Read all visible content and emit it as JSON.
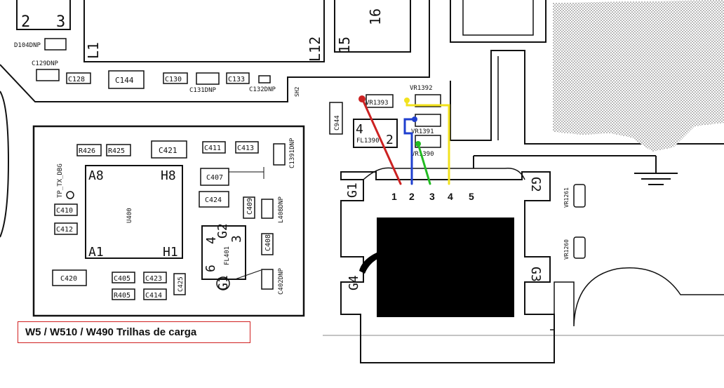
{
  "caption": "W5 / W510 / W490  Trilhas de carga",
  "wire_colors": {
    "pin1": "#cc2222",
    "pin2": "#1f3fcf",
    "pin3": "#22bb22",
    "pin4": "#f2e21e"
  },
  "connector": {
    "pins": [
      "1",
      "2",
      "3",
      "4",
      "5"
    ],
    "ground_pads": [
      "G1",
      "G2",
      "G3",
      "G4"
    ]
  },
  "chip_u400": {
    "name": "U400",
    "corners": [
      "A8",
      "H8",
      "A1",
      "H1"
    ],
    "side_label": "TP_TX_DBG"
  },
  "components": {
    "top_left": [
      "2",
      "3",
      "D104DNP",
      "C129DNP",
      "C128",
      "C144",
      "C130",
      "C131DNP",
      "C133",
      "C132DNP",
      "SH2"
    ],
    "top_boxes": [
      "L1",
      "L12",
      "15",
      "16"
    ],
    "board_main": [
      "R426",
      "R425",
      "C421",
      "C411",
      "C413",
      "C1391DNP",
      "C407",
      "C424",
      "C409",
      "L408DNP",
      "C410",
      "C412",
      "G2",
      "4",
      "3",
      "FL401",
      "6",
      "G1",
      "C408",
      "C402DNP",
      "C420",
      "C405",
      "C423",
      "C425",
      "R405",
      "C414"
    ],
    "center": [
      "VR1393",
      "VR1392",
      "VR1391",
      "VR1390",
      "C944",
      "4",
      "2",
      "FL1390"
    ],
    "right": [
      "VR1261",
      "VR1260"
    ]
  }
}
